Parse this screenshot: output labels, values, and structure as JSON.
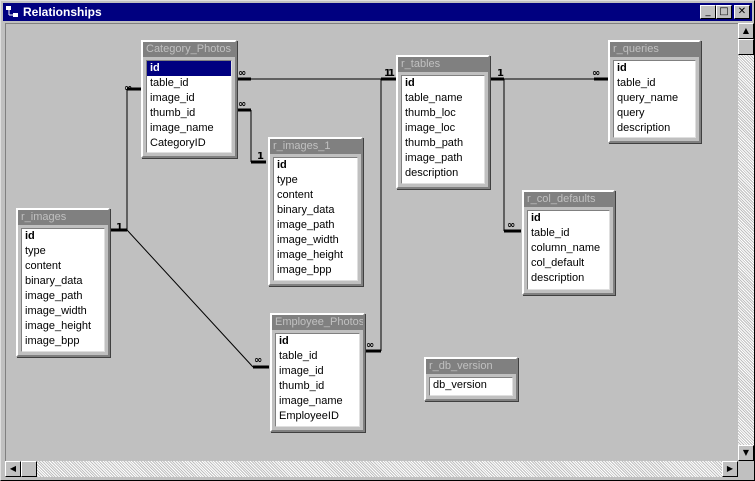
{
  "window": {
    "title": "Relationships",
    "minimize": "_",
    "maximize": "□",
    "close": "✕"
  },
  "tables": {
    "category_photos": {
      "title": "Category_Photos",
      "fields": [
        "id",
        "table_id",
        "image_id",
        "thumb_id",
        "image_name",
        "CategoryID"
      ]
    },
    "r_tables": {
      "title": "r_tables",
      "fields": [
        "id",
        "table_name",
        "thumb_loc",
        "image_loc",
        "thumb_path",
        "image_path",
        "description"
      ]
    },
    "r_queries": {
      "title": "r_queries",
      "fields": [
        "id",
        "table_id",
        "query_name",
        "query",
        "description"
      ]
    },
    "r_images_1": {
      "title": "r_images_1",
      "fields": [
        "id",
        "type",
        "content",
        "binary_data",
        "image_path",
        "image_width",
        "image_height",
        "image_bpp"
      ]
    },
    "r_images": {
      "title": "r_images",
      "fields": [
        "id",
        "type",
        "content",
        "binary_data",
        "image_path",
        "image_width",
        "image_height",
        "image_bpp"
      ]
    },
    "r_col_defaults": {
      "title": "r_col_defaults",
      "fields": [
        "id",
        "table_id",
        "column_name",
        "col_default",
        "description"
      ]
    },
    "employee_photos": {
      "title": "Employee_Photos",
      "fields": [
        "id",
        "table_id",
        "image_id",
        "thumb_id",
        "image_name",
        "EmployeeID"
      ]
    },
    "r_db_version": {
      "title": "r_db_version",
      "fields": [
        "db_version"
      ]
    }
  },
  "relationships": {
    "one": "1",
    "many": "∞"
  },
  "icons": {
    "window_icon": "relationships-icon",
    "scroll_up": "arrow-up-icon",
    "scroll_down": "arrow-down-icon",
    "scroll_left": "arrow-left-icon",
    "scroll_right": "arrow-right-icon"
  }
}
